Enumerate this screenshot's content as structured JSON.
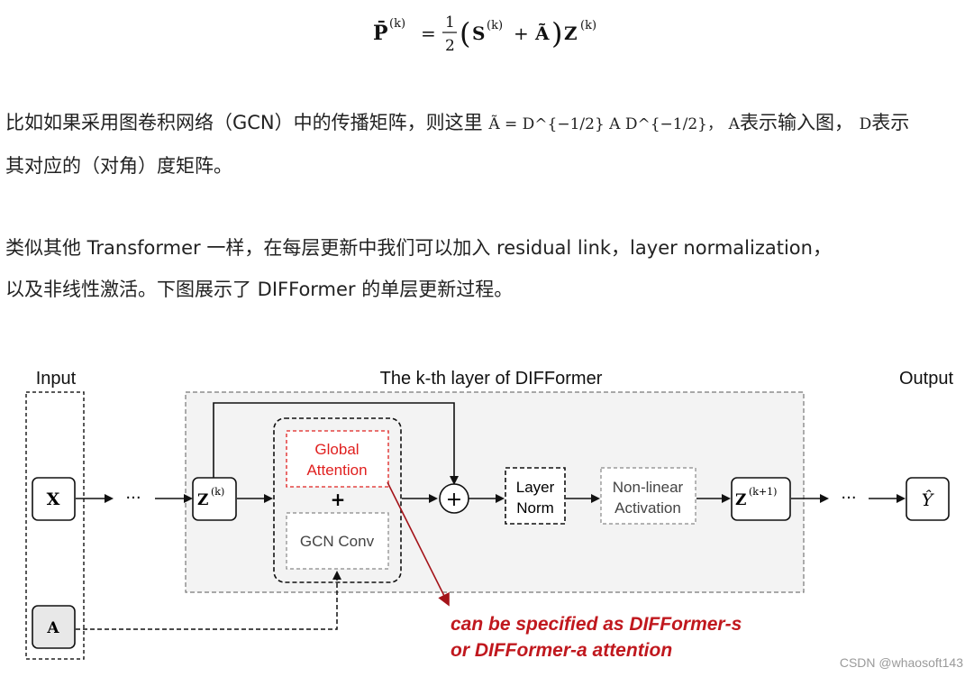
{
  "top_equation": {
    "lhs": "P̄",
    "lhs_sup": "(k)",
    "equals": "=",
    "frac_num": "1",
    "frac_den": "2",
    "S": "S",
    "S_sup": "(k)",
    "plus": "+",
    "A_tilde": "Ã",
    "Z": "Z",
    "Z_sup": "(k)"
  },
  "paragraph1": {
    "line1_text": "比如如果采用图卷积网络（GCN）中的传播矩阵，则这里",
    "line1_math": "Ã = D^{−1/2} A D^{−1/2}，",
    "line1_A": "A",
    "line1_mid": "表示输入图，",
    "line1_D": "D",
    "line1_end": "表示",
    "line2_text": "其对应的（对角）度矩阵。"
  },
  "paragraph2": {
    "line1": "类似其他 Transformer 一样，在每层更新中我们可以加入 residual link，layer normalization，",
    "line2": "以及非线性激活。下图展示了 DIFFormer 的单层更新过程。"
  },
  "diagram": {
    "input_label": "Input",
    "layer_title": "The k-th layer of DIFFormer",
    "output_label": "Output",
    "node_x": "X",
    "node_a": "A",
    "dots_left": "···",
    "dots_right": "···",
    "z_k": "Z",
    "z_k_sup": "(k)",
    "global_attention": [
      "Global",
      "Attention"
    ],
    "plus_sign": "+",
    "gcn_conv": "GCN Conv",
    "sum_symbol": "+",
    "layer_norm": [
      "Layer",
      "Norm"
    ],
    "nonlinear": [
      "Non-linear",
      "Activation"
    ],
    "z_k1": "Z",
    "z_k1_sup": "(k+1)",
    "y_hat": "Ŷ",
    "annotation": [
      "can be specified as DIFFormer-s",
      "or DIFFormer-a attention"
    ],
    "colors": {
      "annotation_red": "#c0181e",
      "attention_red": "#e0201f",
      "panel_gray": "#f3f3f3"
    }
  },
  "watermark": "CSDN @whaosoft143"
}
